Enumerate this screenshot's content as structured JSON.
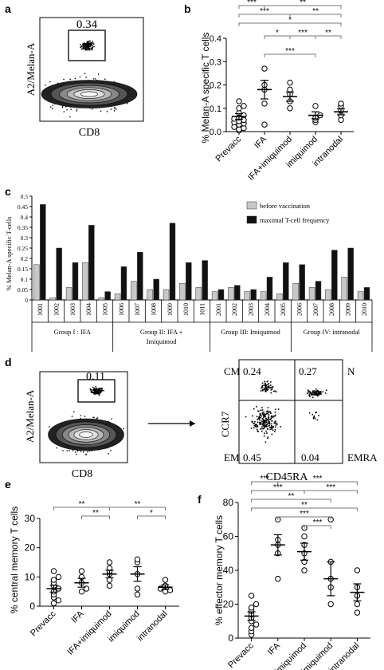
{
  "panels": {
    "a": {
      "letter": "a",
      "gate_value": "0.34",
      "ylabel": "A2/Melan-A",
      "xlabel": "CD8"
    },
    "d": {
      "letter": "d",
      "gate_value": "0.11",
      "ylabel": "A2/Melan-A",
      "xlabel": "CD8",
      "quad_ylabel": "CCR7",
      "quad_xlabel": "CD45RA",
      "quadrants": {
        "tl_name": "CM",
        "tl_value": "0.24",
        "tr_value": "0.27",
        "tr_name": "N",
        "bl_name": "EM",
        "bl_value": "0.45",
        "br_value": "0.04",
        "br_name": "EMRA"
      }
    }
  },
  "chart_data": [
    {
      "letter": "b",
      "type": "scatter",
      "ylabel": "% Melan-A specific T cells",
      "ylim": [
        0,
        0.4
      ],
      "yticks": [
        "0.0",
        "0.1",
        "0.2",
        "0.3",
        "0.4"
      ],
      "categories": [
        "Prevacc",
        "IFA",
        "IFA+imiquimod",
        "imiquimod",
        "intranodal"
      ],
      "points": [
        [
          0.005,
          0.01,
          0.015,
          0.02,
          0.03,
          0.035,
          0.04,
          0.045,
          0.05,
          0.055,
          0.06,
          0.07,
          0.08,
          0.1,
          0.11,
          0.13
        ],
        [
          0.03,
          0.12,
          0.18,
          0.2,
          0.27
        ],
        [
          0.1,
          0.13,
          0.16,
          0.18,
          0.21
        ],
        [
          0.04,
          0.05,
          0.06,
          0.07,
          0.11
        ],
        [
          0.05,
          0.07,
          0.09,
          0.11,
          0.12
        ]
      ],
      "means": [
        0.065,
        0.18,
        0.15,
        0.07,
        0.085
      ],
      "sem": [
        0.012,
        0.04,
        0.02,
        0.015,
        0.013
      ],
      "significance": [
        {
          "from": 0,
          "to": 1,
          "label": "***"
        },
        {
          "from": 1,
          "to": 4,
          "label": "**"
        },
        {
          "from": 0,
          "to": 2,
          "label": "***"
        },
        {
          "from": 2,
          "to": 4,
          "label": "**"
        },
        {
          "from": 0,
          "to": 4,
          "label": "*"
        },
        {
          "from": 1,
          "to": 2,
          "label": "*"
        },
        {
          "from": 2,
          "to": 3,
          "label": "***"
        },
        {
          "from": 3,
          "to": 4,
          "label": "**"
        },
        {
          "from": 1,
          "to": 3,
          "label": "***"
        }
      ]
    },
    {
      "letter": "c",
      "type": "bar",
      "ylabel": "% Melan-A specific T-cells",
      "ylim": [
        0,
        0.5
      ],
      "yticks": [
        "0",
        "0.05",
        "0.1",
        "0.15",
        "0.2",
        "0.25",
        "0.3",
        "0.35",
        "0.4",
        "0.45",
        "0.5"
      ],
      "categories": [
        "1001",
        "1002",
        "1003",
        "1004",
        "1005",
        "1006",
        "1007",
        "1008",
        "1009",
        "1010",
        "1011",
        "2001",
        "2002",
        "2003",
        "2004",
        "2005",
        "2006",
        "2007",
        "2008",
        "2009",
        "2010"
      ],
      "series": [
        {
          "name": "before vaccination",
          "color": "#c8c8c8",
          "values": [
            0.17,
            0.01,
            0.06,
            0.18,
            0.01,
            0.03,
            0.09,
            0.05,
            0.05,
            0.08,
            0.06,
            0.04,
            0.06,
            0.04,
            0.04,
            0.03,
            0.08,
            0.06,
            0.05,
            0.11,
            0.04
          ]
        },
        {
          "name": "maximal T-cell frequency",
          "color": "#111111",
          "values": [
            0.46,
            0.25,
            0.18,
            0.36,
            0.04,
            0.16,
            0.23,
            0.1,
            0.37,
            0.18,
            0.19,
            0.05,
            0.07,
            0.05,
            0.11,
            0.18,
            0.17,
            0.09,
            0.24,
            0.25,
            0.06
          ]
        }
      ],
      "groups": [
        {
          "label": "Group I : IFA",
          "from": 0,
          "to": 4
        },
        {
          "label": "Group II: IFA + Imiquimod",
          "from": 5,
          "to": 10
        },
        {
          "label": "Group III: Imiquimod",
          "from": 11,
          "to": 15
        },
        {
          "label": "Group IV: intranodal",
          "from": 16,
          "to": 20
        }
      ]
    },
    {
      "letter": "e",
      "type": "scatter",
      "ylabel": "% central memory T cells",
      "ylim": [
        0,
        30
      ],
      "yticks": [
        "0",
        "10",
        "20",
        "30"
      ],
      "categories": [
        "Prevacc",
        "IFA",
        "IFA+imiquimod",
        "imiquimod",
        "intranodal"
      ],
      "points": [
        [
          1,
          2,
          3,
          4,
          5,
          6,
          7,
          8,
          9,
          10,
          12
        ],
        [
          5,
          6,
          8,
          10,
          12
        ],
        [
          7,
          9,
          11,
          12,
          13,
          15
        ],
        [
          4,
          6,
          11,
          15,
          16
        ],
        [
          5,
          5.5,
          6,
          7,
          9
        ]
      ],
      "means": [
        6,
        8,
        11,
        11,
        6.5
      ],
      "sem": [
        1.2,
        1.5,
        1.3,
        2.5,
        0.8
      ],
      "significance": [
        {
          "from": 0,
          "to": 2,
          "label": "**"
        },
        {
          "from": 2,
          "to": 4,
          "label": "**"
        },
        {
          "from": 1,
          "to": 2,
          "label": "**"
        },
        {
          "from": 3,
          "to": 4,
          "label": "*"
        }
      ]
    },
    {
      "letter": "f",
      "type": "scatter",
      "ylabel": "% effector memory T cells",
      "ylim": [
        0,
        80
      ],
      "yticks": [
        "0",
        "20",
        "40",
        "60",
        "80"
      ],
      "categories": [
        "Prevacc",
        "IFA",
        "IFA+imiquimod",
        "imiquimod",
        "intranodal"
      ],
      "points": [
        [
          2,
          4,
          6,
          8,
          10,
          12,
          14,
          16,
          18,
          20,
          25
        ],
        [
          35,
          50,
          55,
          58,
          70
        ],
        [
          40,
          45,
          50,
          55,
          60,
          65
        ],
        [
          20,
          30,
          35,
          45,
          70
        ],
        [
          15,
          20,
          25,
          30,
          40
        ]
      ],
      "means": [
        13,
        55,
        51,
        35,
        27
      ],
      "sem": [
        2.5,
        6,
        5,
        10,
        5
      ],
      "significance": [
        {
          "from": 0,
          "to": 1,
          "label": "***"
        },
        {
          "from": 1,
          "to": 4,
          "label": "***"
        },
        {
          "from": 0,
          "to": 2,
          "label": "***"
        },
        {
          "from": 2,
          "to": 4,
          "label": "***"
        },
        {
          "from": 0,
          "to": 3,
          "label": "**"
        },
        {
          "from": 0,
          "to": 4,
          "label": "**"
        },
        {
          "from": 1,
          "to": 3,
          "label": "***"
        },
        {
          "from": 2,
          "to": 3,
          "label": "***"
        }
      ]
    }
  ]
}
